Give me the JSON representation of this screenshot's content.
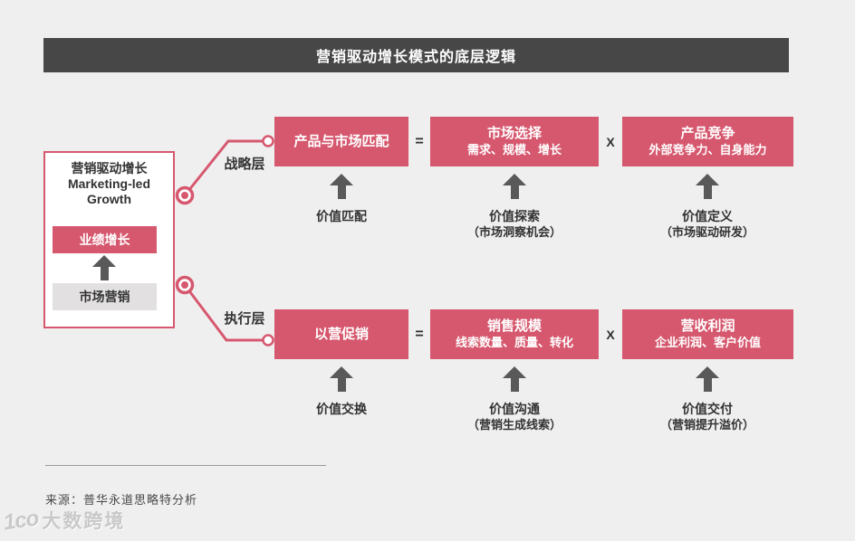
{
  "header": {
    "title": "营销驱动增长模式的底层逻辑"
  },
  "left_panel": {
    "title_cn": "营销驱动增长",
    "title_en_line1": "Marketing-led",
    "title_en_line2": "Growth",
    "result_box": "业绩增长",
    "driver_box": "市场营销"
  },
  "connectors": {
    "strategic_label": "战略层",
    "execution_label": "执行层"
  },
  "rows": [
    {
      "outcome": "产品与市场匹配",
      "operator_equals": "=",
      "factor1_title": "市场选择",
      "factor1_detail": "需求、规模、增长",
      "operator_times": "X",
      "factor2_title": "产品竞争",
      "factor2_detail": "外部竞争力、自身能力",
      "value1": "价值匹配",
      "value2": "价值探索",
      "value2_note": "（市场洞察机会）",
      "value3": "价值定义",
      "value3_note": "（市场驱动研发）"
    },
    {
      "outcome": "以营促销",
      "operator_equals": "=",
      "factor1_title": "销售规模",
      "factor1_detail": "线索数量、质量、转化",
      "operator_times": "X",
      "factor2_title": "营收利润",
      "factor2_detail": "企业利润、客户价值",
      "value1": "价值交换",
      "value2": "价值沟通",
      "value2_note": "（营销生成线索）",
      "value3": "价值交付",
      "value3_note": "（营销提升溢价）"
    }
  ],
  "footer": {
    "source": "来源：普华永道思略特分析",
    "watermark_icon_text": "1co",
    "watermark_text": "大数跨境"
  },
  "colors": {
    "background": "#f0eff0",
    "header_bg": "#474747",
    "pink": "#d6586e",
    "arrow_gray": "#595959",
    "gray_box": "#e2e0e0",
    "text_dark": "#333333"
  }
}
